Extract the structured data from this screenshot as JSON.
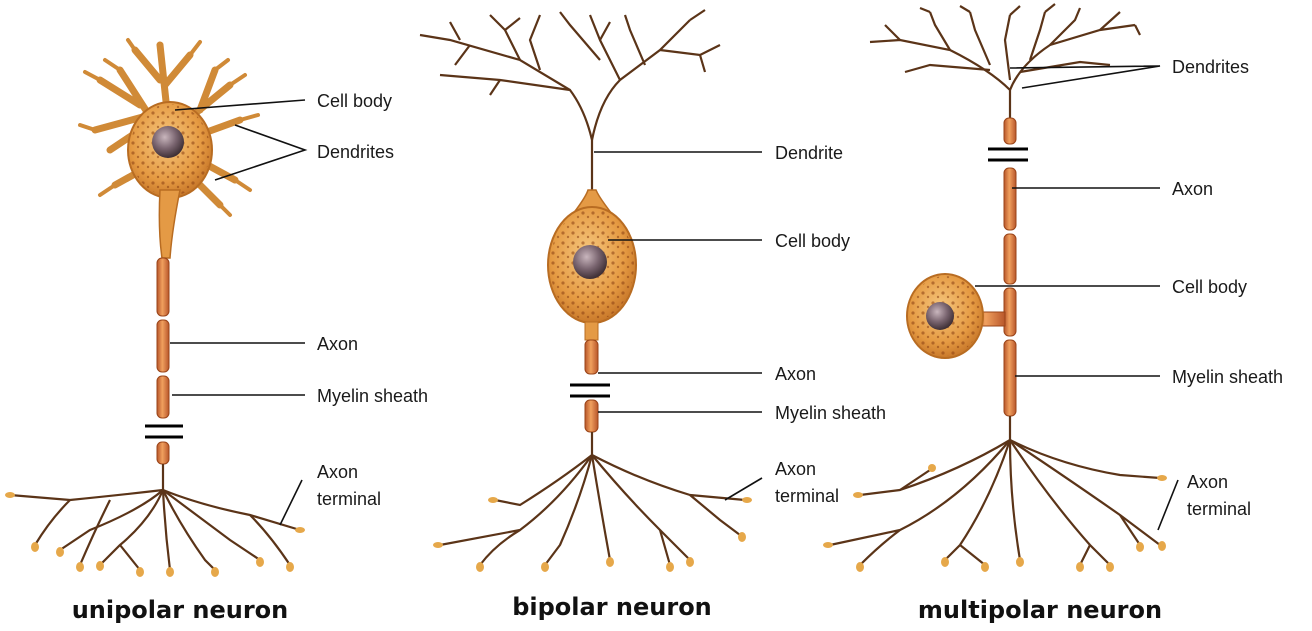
{
  "colors": {
    "cell": "#e7a54c",
    "cell_dark": "#b8691f",
    "membrane": "#c98a3a",
    "myelin": "#dd7b3a",
    "myelin_edge": "#a14a1b",
    "nucleus": "#6e5a63",
    "branch": "#5b3418",
    "bulb": "#e6a84a",
    "label": "#1a1a1a",
    "leader": "#111111"
  },
  "neurons": [
    {
      "title": "unipolar neuron",
      "labels": {
        "cell_body": "Cell body",
        "dendrites": "Dendrites",
        "axon": "Axon",
        "myelin_sheath": "Myelin sheath",
        "axon_terminal_1": "Axon",
        "axon_terminal_2": "terminal"
      }
    },
    {
      "title": "bipolar neuron",
      "labels": {
        "dendrite": "Dendrite",
        "cell_body": "Cell body",
        "axon": "Axon",
        "myelin_sheath": "Myelin sheath",
        "axon_terminal_1": "Axon",
        "axon_terminal_2": "terminal"
      }
    },
    {
      "title": "multipolar neuron",
      "labels": {
        "dendrites": "Dendrites",
        "axon": "Axon",
        "cell_body": "Cell body",
        "myelin_sheath": "Myelin sheath",
        "axon_terminal_1": "Axon",
        "axon_terminal_2": "terminal"
      }
    }
  ]
}
